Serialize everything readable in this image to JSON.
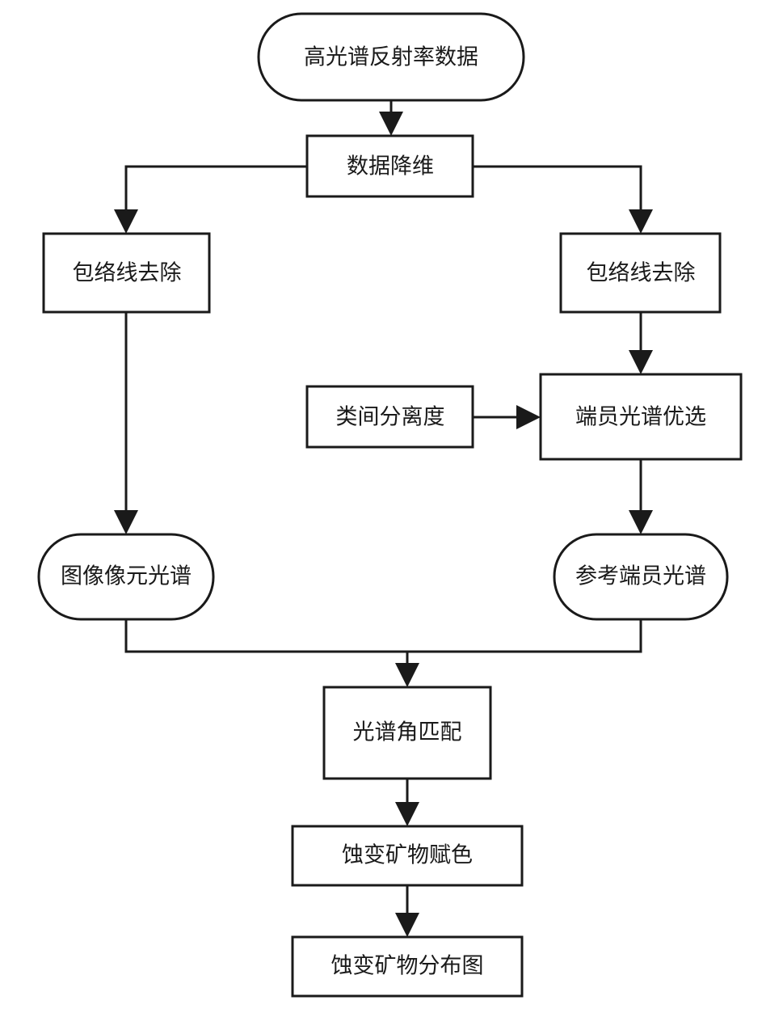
{
  "flowchart": {
    "nodes": {
      "input_data": {
        "label": "高光谱反射率数据",
        "shape": "terminal"
      },
      "dim_reduction": {
        "label": "数据降维",
        "shape": "process"
      },
      "continuum_removal_left": {
        "label": "包络线去除",
        "shape": "process"
      },
      "continuum_removal_right": {
        "label": "包络线去除",
        "shape": "process"
      },
      "class_separability": {
        "label": "类间分离度",
        "shape": "process"
      },
      "endmember_selection": {
        "label": "端员光谱优选",
        "shape": "process"
      },
      "image_pixel_spectra": {
        "label": "图像像元光谱",
        "shape": "terminal"
      },
      "reference_endmember_spectra": {
        "label": "参考端员光谱",
        "shape": "terminal"
      },
      "spectral_angle_matching": {
        "label": "光谱角匹配",
        "shape": "process"
      },
      "mineral_coloring": {
        "label": "蚀变矿物赋色",
        "shape": "process"
      },
      "mineral_distribution_map": {
        "label": "蚀变矿物分布图",
        "shape": "process"
      }
    },
    "edges": [
      {
        "from": "input_data",
        "to": "dim_reduction"
      },
      {
        "from": "dim_reduction",
        "to": "continuum_removal_left"
      },
      {
        "from": "dim_reduction",
        "to": "continuum_removal_right"
      },
      {
        "from": "continuum_removal_left",
        "to": "image_pixel_spectra"
      },
      {
        "from": "continuum_removal_right",
        "to": "endmember_selection"
      },
      {
        "from": "class_separability",
        "to": "endmember_selection"
      },
      {
        "from": "endmember_selection",
        "to": "reference_endmember_spectra"
      },
      {
        "from": "image_pixel_spectra",
        "to": "spectral_angle_matching"
      },
      {
        "from": "reference_endmember_spectra",
        "to": "spectral_angle_matching"
      },
      {
        "from": "spectral_angle_matching",
        "to": "mineral_coloring"
      },
      {
        "from": "mineral_coloring",
        "to": "mineral_distribution_map"
      }
    ],
    "colors": {
      "stroke": "#1a1a1a",
      "fill": "#ffffff",
      "text": "#1a1a1a"
    }
  }
}
